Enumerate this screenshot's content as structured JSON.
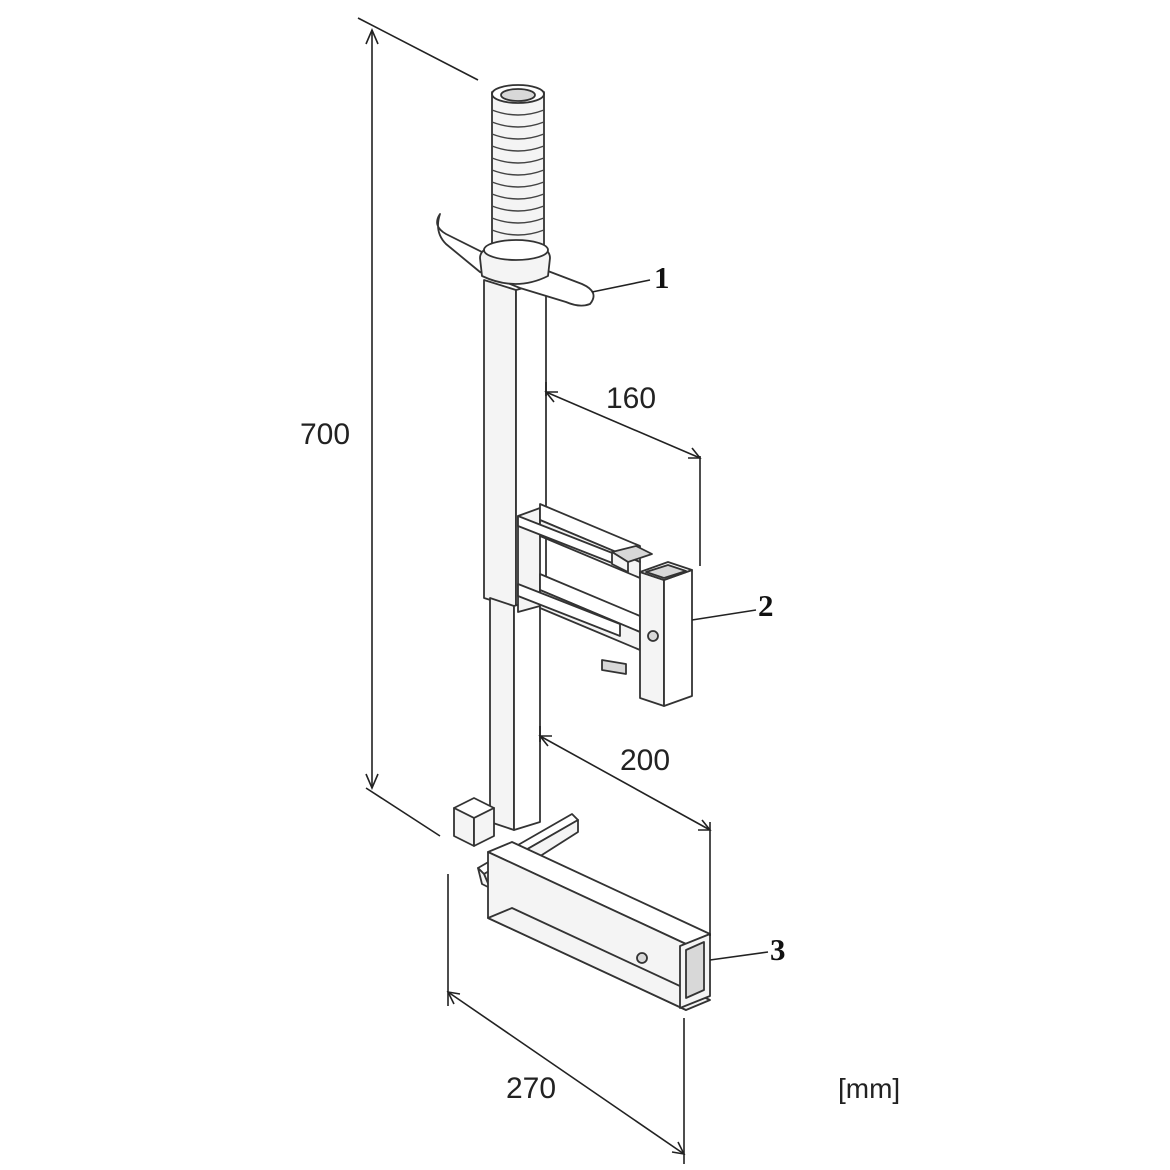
{
  "dimensions": {
    "height": "700",
    "upper_arm": "160",
    "lower_arm": "200",
    "base_depth": "270"
  },
  "unit_label": "[mm]",
  "callouts": [
    "1",
    "2",
    "3"
  ]
}
